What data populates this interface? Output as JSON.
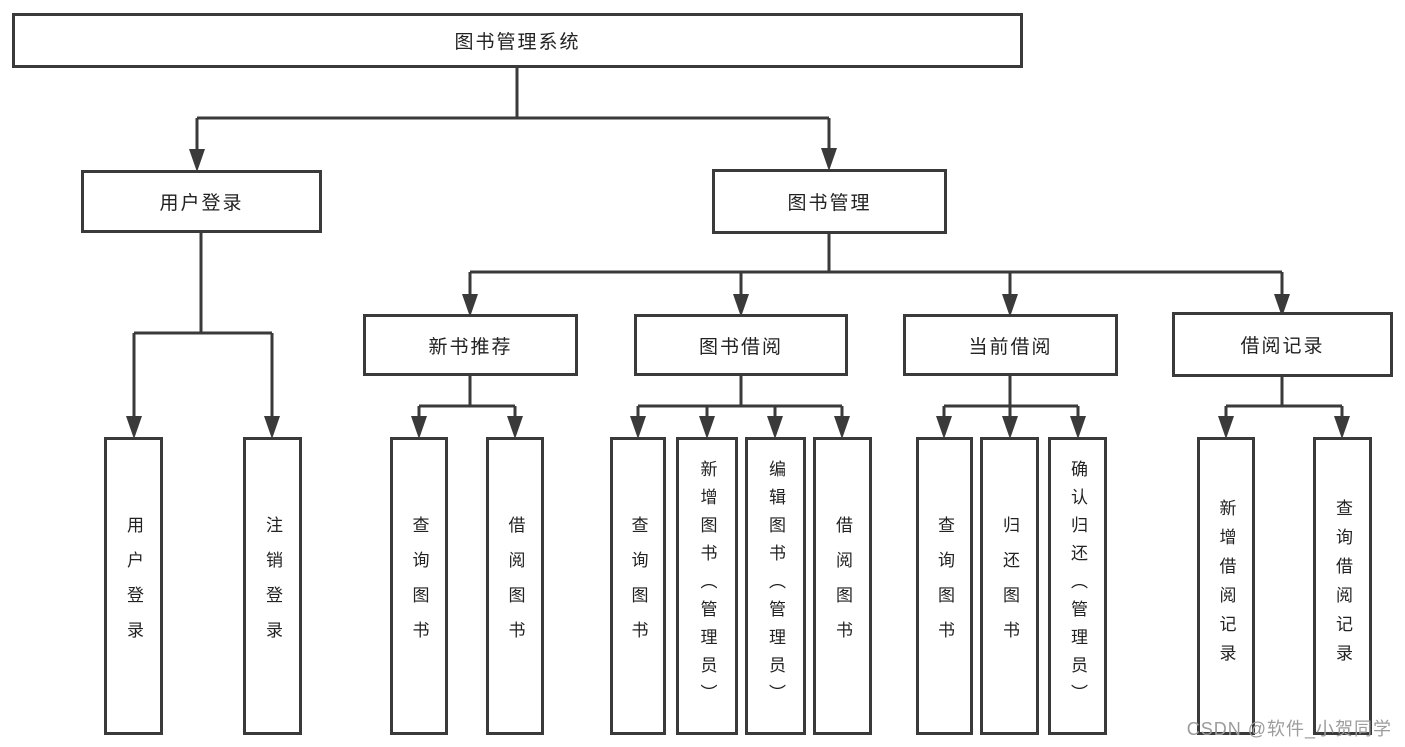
{
  "colors": {
    "line": "#3a3a3a",
    "text": "#222222",
    "watermark": "#9c9c9c",
    "background": "#ffffff"
  },
  "watermark": "CSDN @软件_小贺同学",
  "tree": {
    "root": "图书管理系统",
    "branches": [
      {
        "label": "用户登录",
        "children": [
          "用户登录",
          "注销登录"
        ]
      },
      {
        "label": "图书管理",
        "groups": [
          {
            "label": "新书推荐",
            "children": [
              "查询图书",
              "借阅图书"
            ]
          },
          {
            "label": "图书借阅",
            "children": [
              "查询图书",
              "新增图书（管理员）",
              "编辑图书（管理员）",
              "借阅图书"
            ]
          },
          {
            "label": "当前借阅",
            "children": [
              "查询图书",
              "归还图书",
              "确认归还（管理员）"
            ]
          },
          {
            "label": "借阅记录",
            "children": [
              "新增借阅记录",
              "查询借阅记录"
            ]
          }
        ]
      }
    ]
  }
}
